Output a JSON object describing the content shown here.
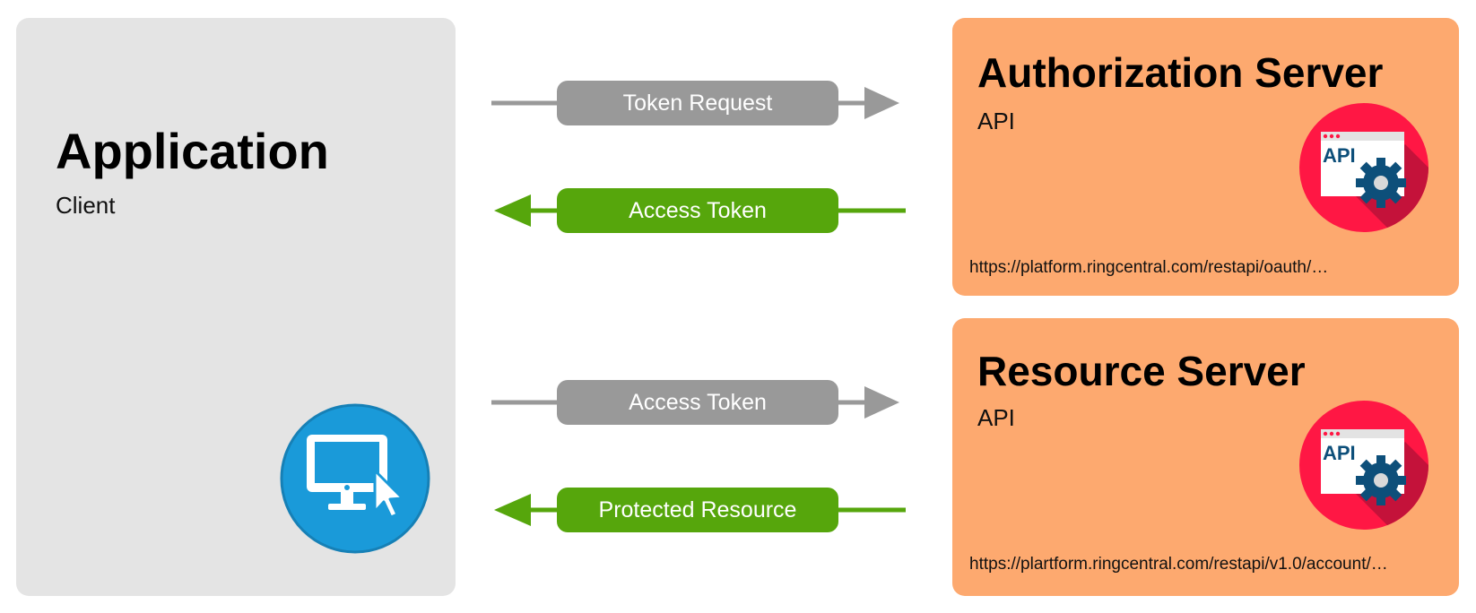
{
  "application": {
    "title": "Application",
    "subtitle": "Client"
  },
  "authorization_server": {
    "title": "Authorization Server",
    "subtitle": "API",
    "url": "https://platform.ringcentral.com/restapi/oauth/…",
    "icon": "api-gear-icon"
  },
  "resource_server": {
    "title": "Resource Server",
    "subtitle": "API",
    "url": "https://plartform.ringcentral.com/restapi/v1.0/account/…",
    "icon": "api-gear-icon"
  },
  "flows": [
    {
      "label": "Token Request",
      "direction": "right",
      "color": "#999999"
    },
    {
      "label": "Access Token",
      "direction": "left",
      "color": "#56a60c"
    },
    {
      "label": "Access Token",
      "direction": "right",
      "color": "#999999"
    },
    {
      "label": "Protected Resource",
      "direction": "left",
      "color": "#56a60c"
    }
  ],
  "colors": {
    "app_box": "#e4e4e4",
    "server_box": "#fda96f",
    "request_arrow": "#999999",
    "response_arrow": "#56a60c",
    "client_icon": "#1a9ad9",
    "api_icon_circle": "#ff1744",
    "gear": "#0d4f7a"
  }
}
